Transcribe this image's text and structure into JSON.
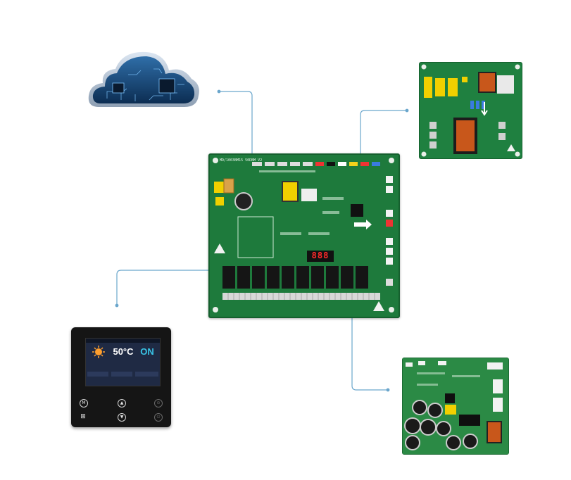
{
  "colors": {
    "connector_line": "#6aa6cc",
    "pcb_green": "#1e7a3c",
    "controller_body": "#151515",
    "screen_bg": "#1f2a44",
    "led_red": "#ff2a2a",
    "sun_orange": "#ff9f2e",
    "on_cyan": "#39c5e8"
  },
  "main_board": {
    "model_label": "MD/1003BM15 50DBM V2",
    "display_digits": "888",
    "relay_count": 10
  },
  "controller": {
    "temperature": "50°C",
    "power_state": "ON",
    "buttons": {
      "mode": "M",
      "up": "▲",
      "down": "▼",
      "minus": "⊖",
      "menu": "⊞",
      "power": "⏻"
    },
    "icons": {
      "sun": "sun-icon",
      "power": "power-icon"
    }
  }
}
